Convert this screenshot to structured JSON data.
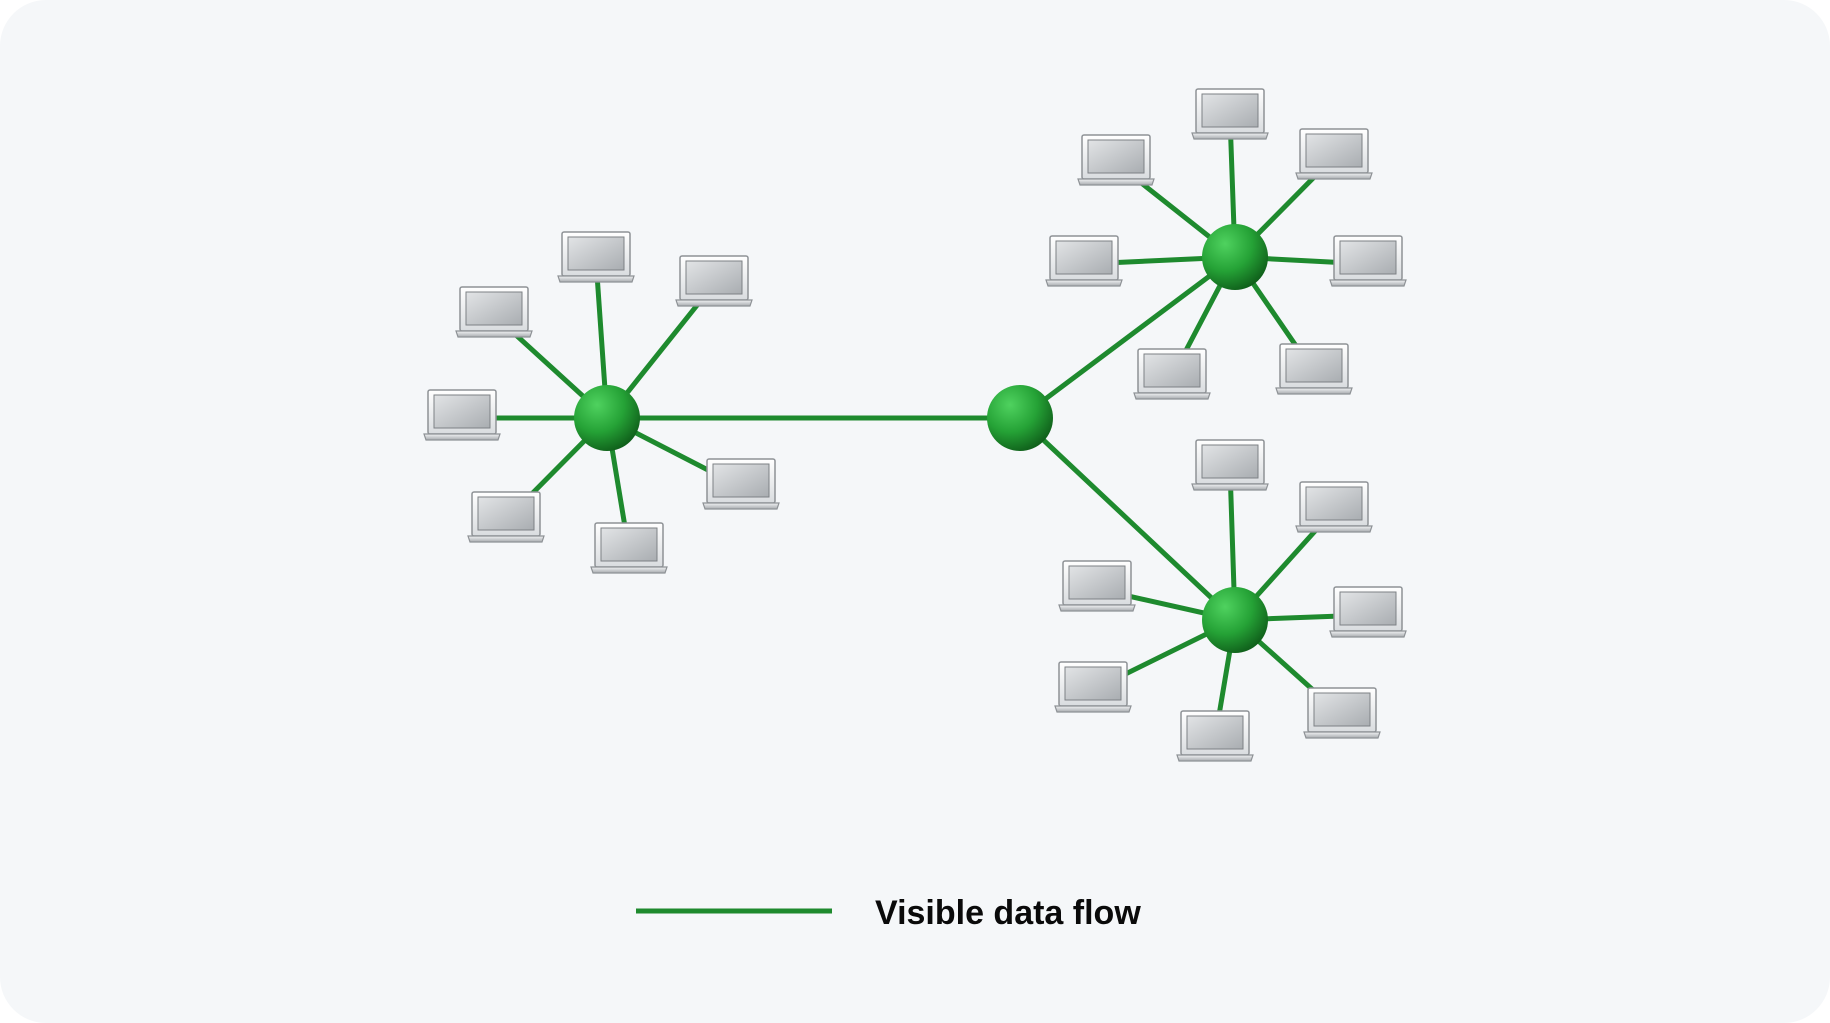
{
  "colors": {
    "background": "#f5f7f9",
    "link": "#1e8a2e",
    "node_light": "#3fbf4f",
    "node_dark": "#136b1f"
  },
  "icons": {
    "hub": "green-sphere-hub-icon",
    "client": "laptop-icon"
  },
  "network": {
    "hubs": [
      {
        "id": "left-hub",
        "clients": 7
      },
      {
        "id": "center-hub",
        "clients": 0
      },
      {
        "id": "upper-right-hub",
        "clients": 7
      },
      {
        "id": "lower-right-hub",
        "clients": 7
      }
    ],
    "backbone_links": [
      [
        "left-hub",
        "center-hub"
      ],
      [
        "center-hub",
        "upper-right-hub"
      ],
      [
        "center-hub",
        "lower-right-hub"
      ]
    ]
  },
  "legend": {
    "label": "Visible data flow"
  }
}
